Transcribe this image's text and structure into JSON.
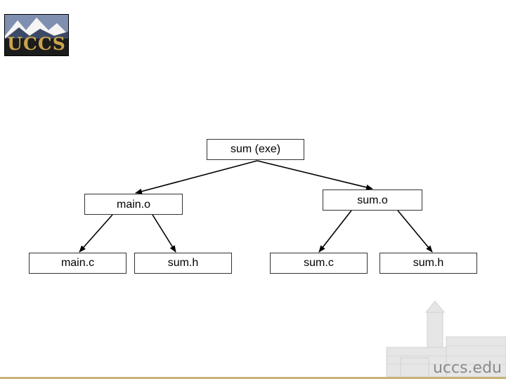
{
  "logo": {
    "text": "UCCS"
  },
  "footer": {
    "url": "uccs.edu"
  },
  "diagram": {
    "nodes": {
      "sum_exe": "sum (exe)",
      "main_o": "main.o",
      "sum_o": "sum.o",
      "main_c": "main.c",
      "sum_h_left": "sum.h",
      "sum_c": "sum.c",
      "sum_h_right": "sum.h"
    },
    "edges": [
      {
        "from": "sum_exe",
        "to": "main_o"
      },
      {
        "from": "sum_exe",
        "to": "sum_o"
      },
      {
        "from": "main_o",
        "to": "main_c"
      },
      {
        "from": "main_o",
        "to": "sum_h_left"
      },
      {
        "from": "sum_o",
        "to": "sum_c"
      },
      {
        "from": "sum_o",
        "to": "sum_h_right"
      }
    ]
  }
}
